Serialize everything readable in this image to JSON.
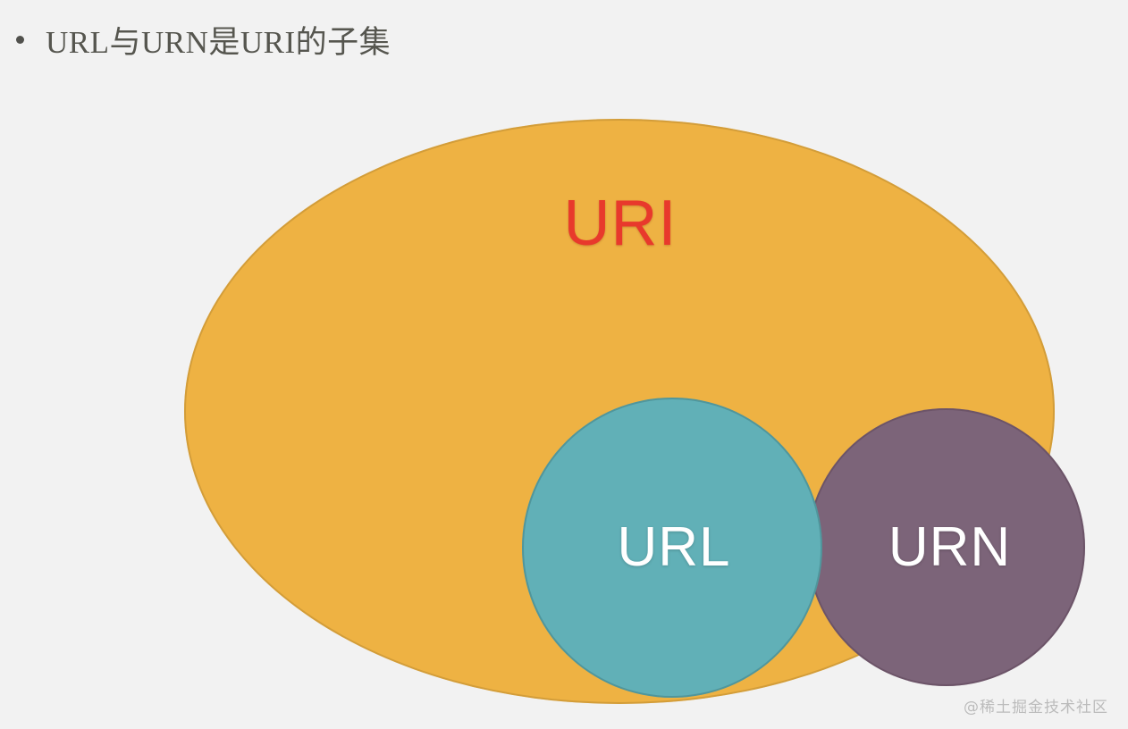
{
  "page": {
    "background_color": "#f2f2f2"
  },
  "bullet": {
    "marker": "bullet-dot",
    "text": "URL与URN是URI的子集"
  },
  "diagram": {
    "type": "venn",
    "outer_set": {
      "label": "URI",
      "fill_color": "#eeb243",
      "label_color": "#e8392c",
      "shape": "ellipse"
    },
    "subsets": [
      {
        "label": "URL",
        "fill_color": "#61b0b7",
        "label_color": "#ffffff",
        "shape": "circle"
      },
      {
        "label": "URN",
        "fill_color": "#7c6479",
        "label_color": "#ffffff",
        "shape": "circle"
      }
    ]
  },
  "watermark": {
    "text": "@稀土掘金技术社区"
  }
}
